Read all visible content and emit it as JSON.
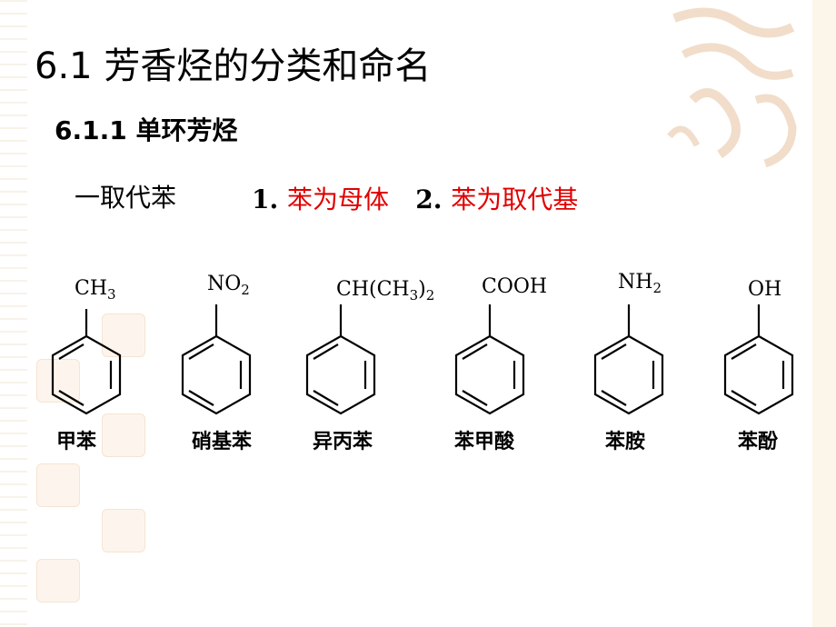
{
  "title": "6.1  芳香烃的分类和命名",
  "subtitle": "6.1.1  单环芳烃",
  "intro_label": "一取代苯",
  "option1_num": "1.",
  "option1_text": "苯为母体",
  "option2_num": "2.",
  "option2_text": "苯为取代基",
  "colors": {
    "accent_red": "#e00000",
    "decor": "#e8b98a"
  },
  "molecules": [
    {
      "group_main": "CH",
      "group_sub": "3",
      "group_tail": "",
      "name": "甲苯"
    },
    {
      "group_main": "NO",
      "group_sub": "2",
      "group_tail": "",
      "name": "硝基苯"
    },
    {
      "group_main": "CH(CH",
      "group_sub": "3",
      "group_tail": ")2",
      "name": "异丙苯"
    },
    {
      "group_main": "COOH",
      "group_sub": "",
      "group_tail": "",
      "name": "苯甲酸"
    },
    {
      "group_main": "NH",
      "group_sub": "2",
      "group_tail": "",
      "name": "苯胺"
    },
    {
      "group_main": "OH",
      "group_sub": "",
      "group_tail": "",
      "name": "苯酚"
    }
  ]
}
